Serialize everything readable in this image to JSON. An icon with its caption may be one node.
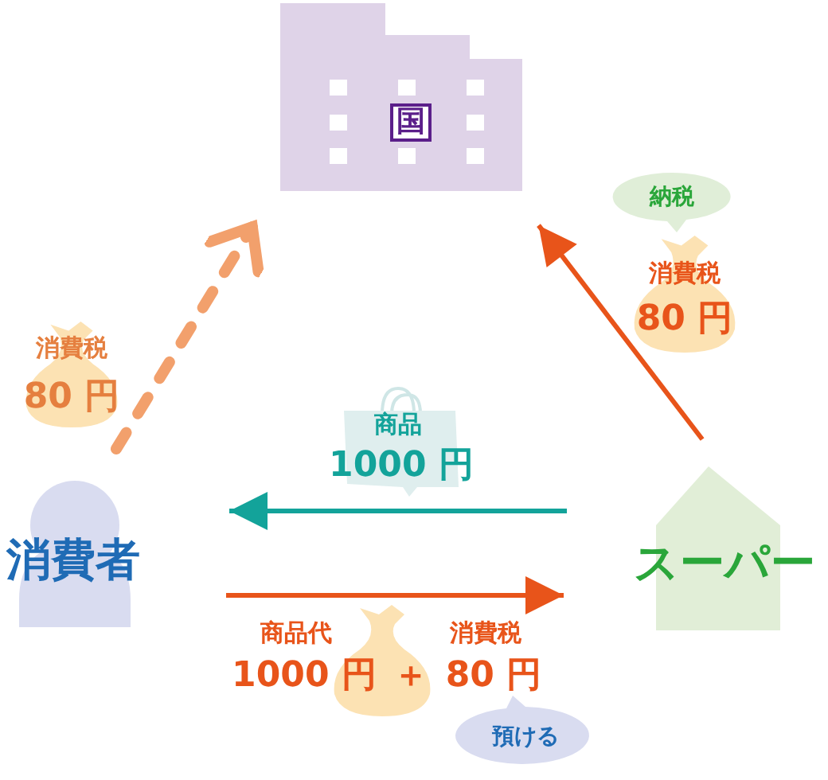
{
  "diagram": {
    "nodes": [
      {
        "text": [
          "国"
        ]
      },
      {
        "text": [
          "消費者"
        ]
      },
      {
        "text": [
          "スーパー"
        ]
      }
    ],
    "edges": [
      {
        "from": 1,
        "to": 0,
        "arrow": "to",
        "style": "dashed",
        "color": "#f2a06c"
      },
      {
        "from": 2,
        "to": 0,
        "arrow": "to"
      },
      {
        "from": 2,
        "to": 1,
        "arrow": "to",
        "color": "#13a39a"
      },
      {
        "from": 1,
        "to": 2,
        "arrow": "to"
      }
    ],
    "labels": [
      "納税",
      "消費税",
      "80 円",
      "消費税",
      "80 円",
      "商品",
      "1000 円",
      "商品代",
      "消費税",
      "1000 円",
      "＋",
      "80 円",
      "預ける"
    ]
  }
}
